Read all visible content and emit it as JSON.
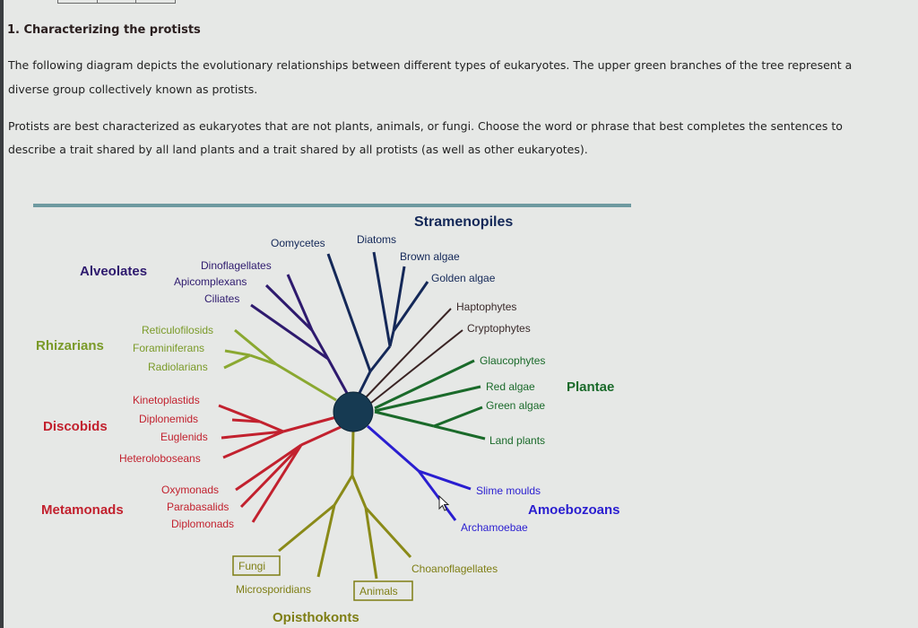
{
  "question": {
    "title": "1. Characterizing the protists",
    "paragraph1_line1": "The following diagram depicts the evolutionary relationships between different types of eukaryotes. The upper green branches of the tree represent a",
    "paragraph1_line2": "diverse group collectively known as protists.",
    "paragraph2_line1": "Protists are best characterized as eukaryotes that are not plants, animals, or fungi. Choose the word or phrase that best completes the sentences to",
    "paragraph2_line2": "describe a trait shared by all land plants and a trait shared by all protists (as well as other eukaryotes)."
  },
  "diagram": {
    "colors": {
      "header_bar": "#6e9aa0",
      "root_node": "#163a52",
      "alveolates": "#2e1a6e",
      "stramenopiles": "#142858",
      "rhizarians": "#8aa830",
      "discobids": "#c2212e",
      "metamonads": "#c2212e",
      "other": "#3a2424",
      "plantae": "#1a6a2a",
      "amoebozoans": "#2a1ed0",
      "opisthokonts": "#8a8a18"
    },
    "groups": {
      "stramenopiles": "Stramenopiles",
      "alveolates": "Alveolates",
      "rhizarians": "Rhizarians",
      "discobids": "Discobids",
      "metamonads": "Metamonads",
      "plantae": "Plantae",
      "amoebozoans": "Amoebozoans",
      "opisthokonts": "Opisthokonts"
    },
    "taxa": {
      "oomycetes": "Oomycetes",
      "diatoms": "Diatoms",
      "brown_algae": "Brown algae",
      "golden_algae": "Golden algae",
      "dinoflagellates": "Dinoflagellates",
      "apicomplexans": "Apicomplexans",
      "ciliates": "Ciliates",
      "reticulofilosids": "Reticulofilosids",
      "foraminiferans": "Foraminiferans",
      "radiolarians": "Radiolarians",
      "haptophytes": "Haptophytes",
      "cryptophytes": "Cryptophytes",
      "glaucophytes": "Glaucophytes",
      "red_algae": "Red algae",
      "green_algae": "Green algae",
      "land_plants": "Land plants",
      "kinetoplastids": "Kinetoplastids",
      "diplonemids": "Diplonemids",
      "euglenids": "Euglenids",
      "heteroloboseans": "Heteroloboseans",
      "oxymonads": "Oxymonads",
      "parabasalids": "Parabasalids",
      "diplomonads": "Diplomonads",
      "slime_moulds": "Slime moulds",
      "archamoebae": "Archamoebae",
      "fungi": "Fungi",
      "microsporidians": "Microsporidians",
      "animals": "Animals",
      "choanoflagellates": "Choanoflagellates"
    }
  }
}
